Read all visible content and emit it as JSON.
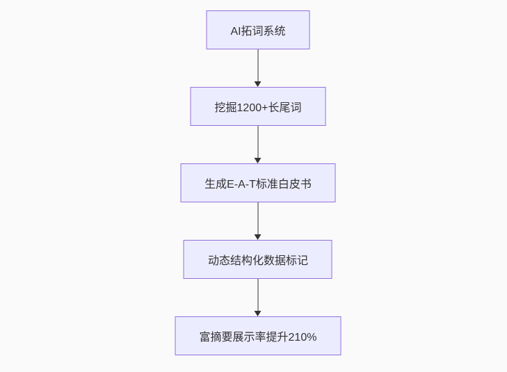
{
  "diagram": {
    "type": "flowchart",
    "direction": "top-down",
    "background_color": "#FAFAFA",
    "node_fill_color": "#ECECFF",
    "node_border_color": "#9370DB",
    "arrow_color": "#333333",
    "text_color": "#333333",
    "nodes": [
      {
        "id": "node-1",
        "label": "AI拓词系统"
      },
      {
        "id": "node-2",
        "label": "挖掘1200+长尾词"
      },
      {
        "id": "node-3",
        "label": "生成E-A-T标准白皮书"
      },
      {
        "id": "node-4",
        "label": "动态结构化数据标记"
      },
      {
        "id": "node-5",
        "label": "富摘要展示率提升210%"
      }
    ],
    "edges": [
      {
        "from": "node-1",
        "to": "node-2"
      },
      {
        "from": "node-2",
        "to": "node-3"
      },
      {
        "from": "node-3",
        "to": "node-4"
      },
      {
        "from": "node-4",
        "to": "node-5"
      }
    ]
  }
}
